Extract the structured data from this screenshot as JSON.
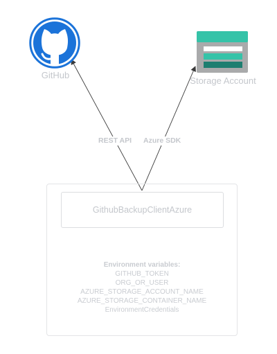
{
  "nodes": {
    "github": {
      "label": "GitHub"
    },
    "storage": {
      "label": "Storage Account"
    },
    "client": {
      "label": "GithubBackupClientAzure"
    }
  },
  "edges": [
    {
      "from": "client",
      "to": "github",
      "label": "REST API"
    },
    {
      "from": "client",
      "to": "storage",
      "label": "Azure SDK"
    }
  ],
  "environment": {
    "title": "Environment variables:",
    "items": [
      "GITHUB_TOKEN",
      "ORG_OR_USER",
      "AZURE_STORAGE_ACCOUNT_NAME",
      "AZURE_STORAGE_CONTAINER_NAME",
      "EnvironmentCredentials"
    ]
  },
  "colors": {
    "github_blue": "#1b73d9",
    "storage_teal": "#35c3a8",
    "storage_dark": "#1d7e70",
    "storage_gray": "#a9aaab"
  }
}
